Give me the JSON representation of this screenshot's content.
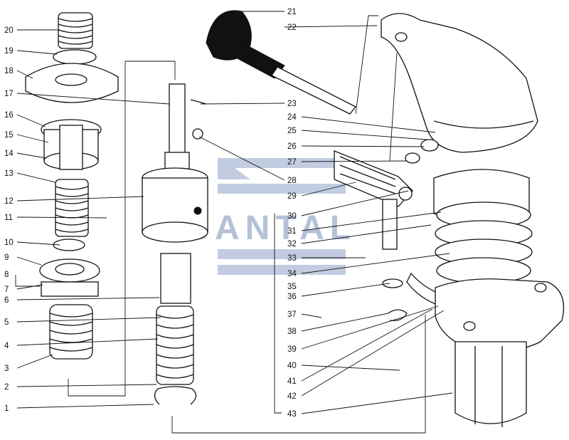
{
  "watermark": "SANTAL",
  "callouts": {
    "left": [
      "20",
      "19",
      "18",
      "17",
      "16",
      "15",
      "14",
      "13",
      "12",
      "11",
      "10",
      "9",
      "8",
      "7",
      "6",
      "5",
      "4",
      "3",
      "2",
      "1"
    ],
    "middle_top": [
      "21",
      "22"
    ],
    "middle": [
      "23",
      "24",
      "25",
      "26",
      "27",
      "28",
      "29",
      "30",
      "31",
      "32",
      "33",
      "34",
      "35",
      "36",
      "37",
      "38",
      "39",
      "40",
      "41",
      "42",
      "43"
    ]
  }
}
